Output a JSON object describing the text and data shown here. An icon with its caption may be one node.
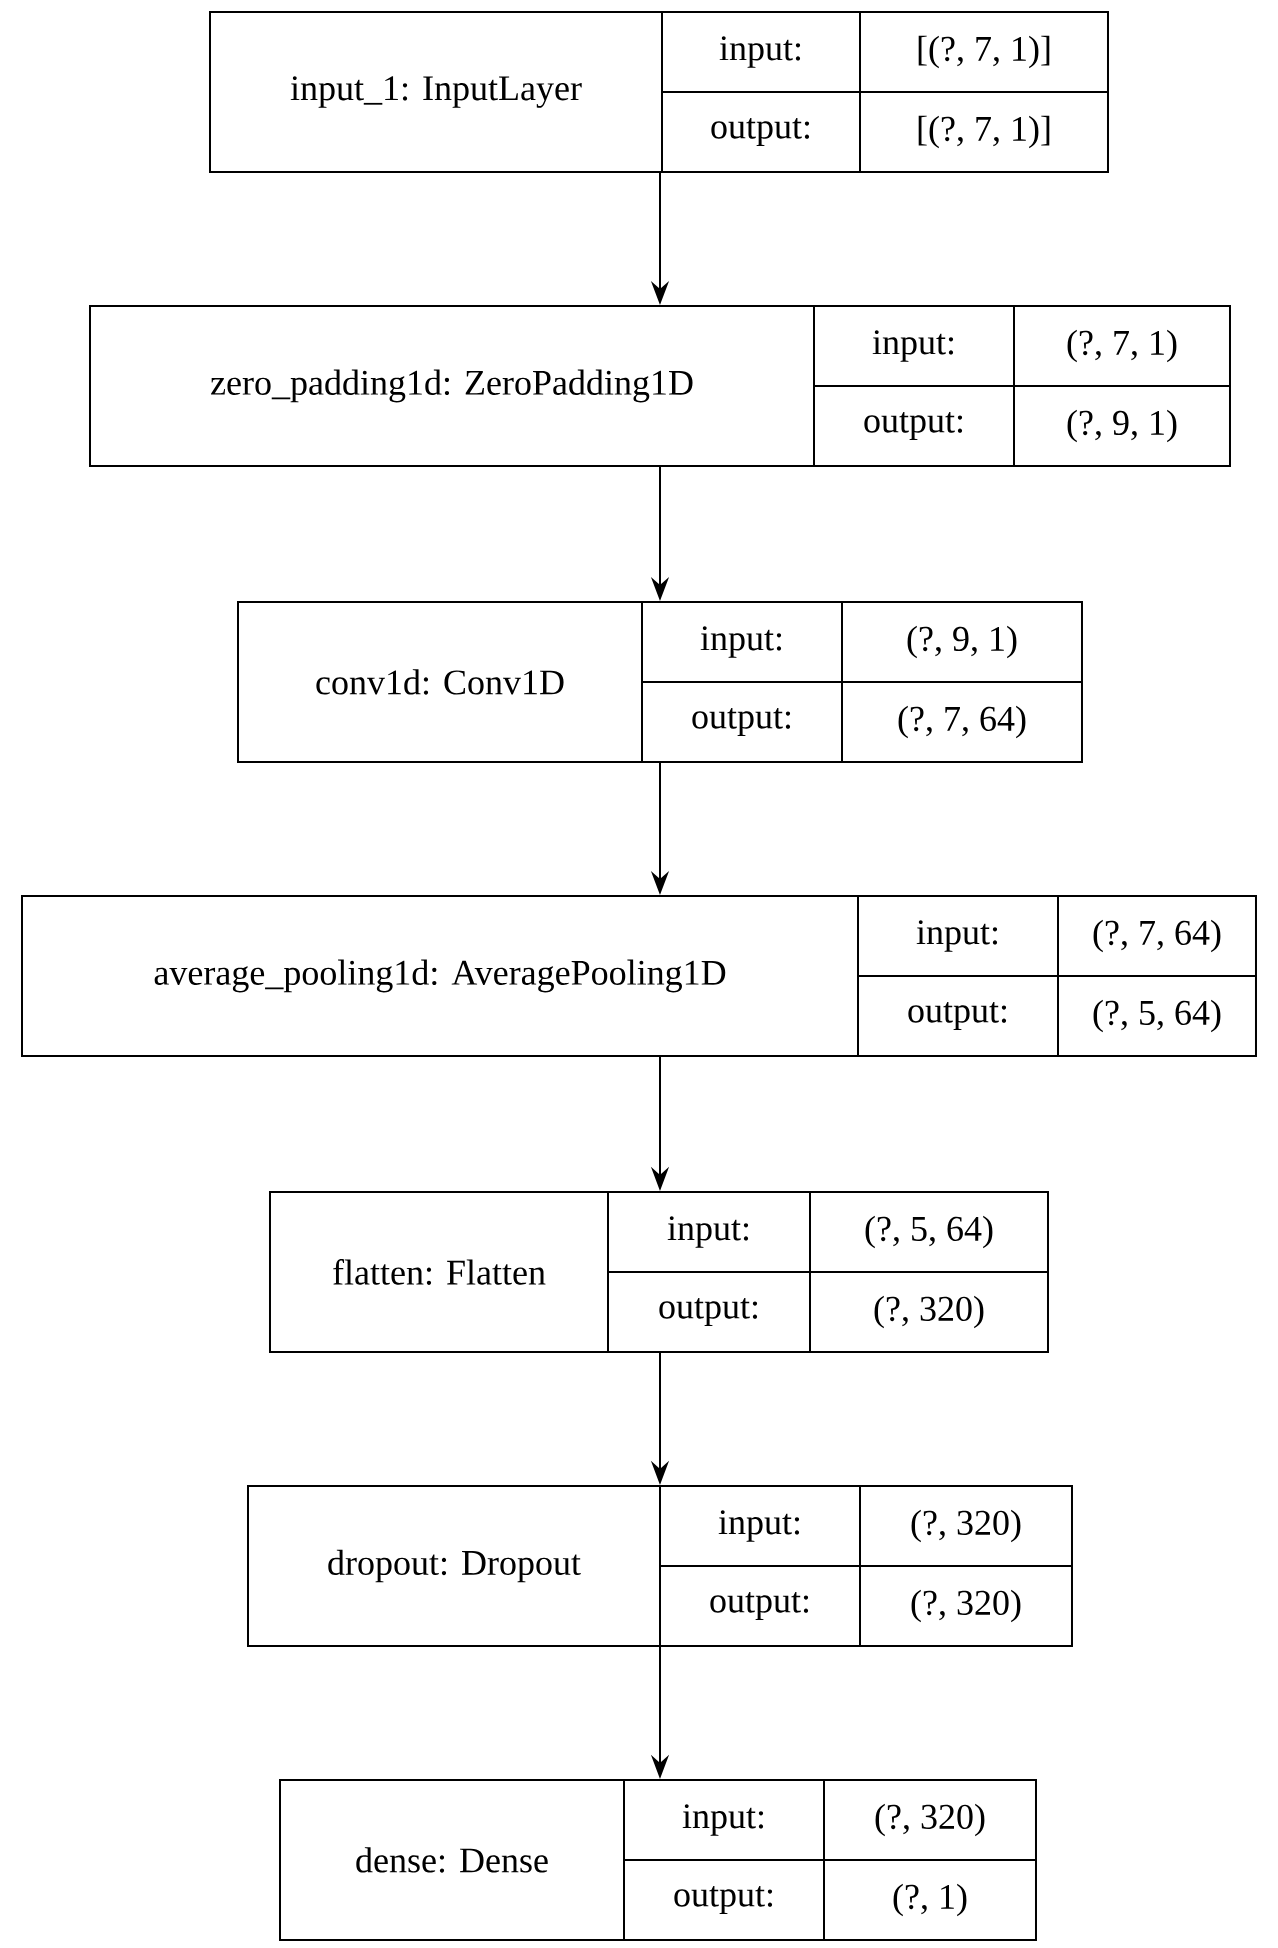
{
  "diagram": {
    "nodes": [
      {
        "text": [
          "input_1: InputLayer",
          "input:",
          "[(?, 7, 1)]",
          "output:",
          "[(?, 7, 1)]"
        ]
      },
      {
        "text": [
          "zero_padding1d: ZeroPadding1D",
          "input:",
          "(?, 7, 1)",
          "output:",
          "(?, 9, 1)"
        ]
      },
      {
        "text": [
          "conv1d: Conv1D",
          "input:",
          "(?, 9, 1)",
          "output:",
          "(?, 7, 64)"
        ]
      },
      {
        "text": [
          "average_pooling1d: AveragePooling1D",
          "input:",
          "(?, 7, 64)",
          "output:",
          "(?, 5, 64)"
        ]
      },
      {
        "text": [
          "flatten: Flatten",
          "input:",
          "(?, 5, 64)",
          "output:",
          "(?, 320)"
        ]
      },
      {
        "text": [
          "dropout: Dropout",
          "input:",
          "(?, 320)",
          "output:",
          "(?, 320)"
        ]
      },
      {
        "text": [
          "dense: Dense",
          "input:",
          "(?, 320)",
          "output:",
          "(?, 1)"
        ]
      }
    ],
    "edges": [
      {
        "from": 0,
        "to": 1,
        "arrow": "to"
      },
      {
        "from": 1,
        "to": 2,
        "arrow": "to"
      },
      {
        "from": 2,
        "to": 3,
        "arrow": "to"
      },
      {
        "from": 3,
        "to": 4,
        "arrow": "to"
      },
      {
        "from": 4,
        "to": 5,
        "arrow": "to"
      },
      {
        "from": 5,
        "to": 6,
        "arrow": "to"
      }
    ]
  }
}
